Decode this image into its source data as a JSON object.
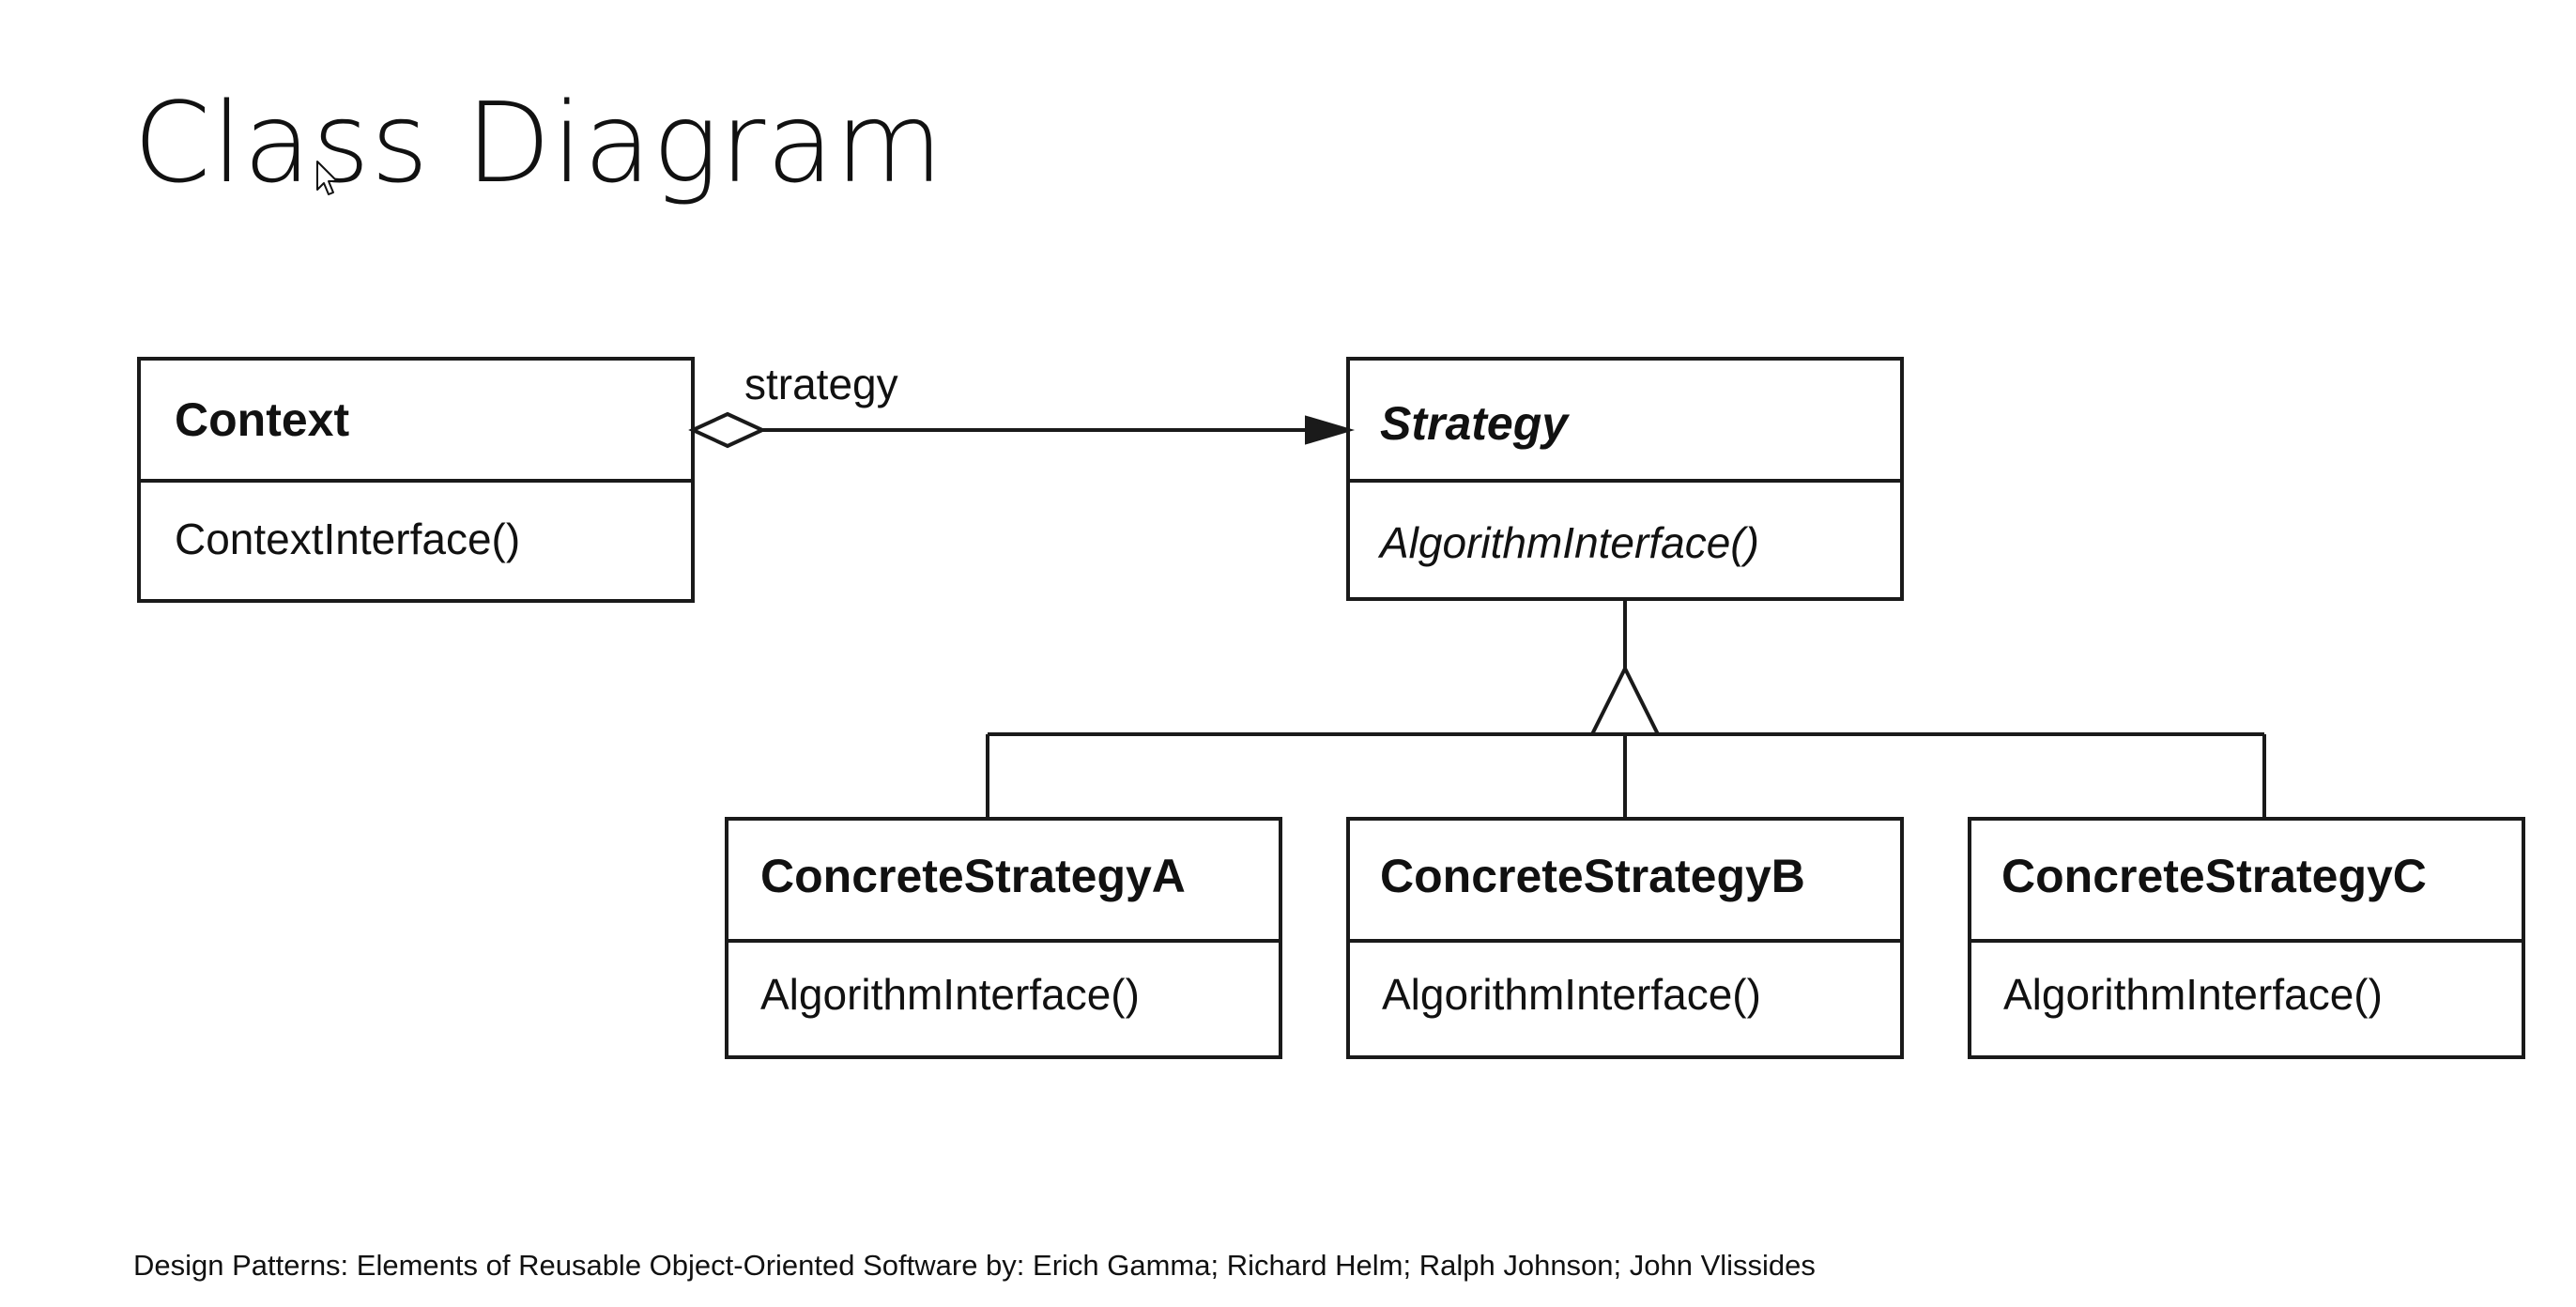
{
  "slide": {
    "title": "Class Diagram",
    "footer": "Design Patterns: Elements of Reusable Object-Oriented Software by: Erich Gamma; Richard Helm; Ralph Johnson; John Vlissides"
  },
  "diagram": {
    "association_label": "strategy",
    "classes": [
      {
        "id": "context",
        "name": "Context",
        "abstract": false,
        "method": "ContextInterface()"
      },
      {
        "id": "strategy",
        "name": "Strategy",
        "abstract": true,
        "method": "AlgorithmInterface()"
      },
      {
        "id": "concrete-a",
        "name": "ConcreteStrategyA",
        "abstract": false,
        "method": "AlgorithmInterface()"
      },
      {
        "id": "concrete-b",
        "name": "ConcreteStrategyB",
        "abstract": false,
        "method": "AlgorithmInterface()"
      },
      {
        "id": "concrete-c",
        "name": "ConcreteStrategyC",
        "abstract": false,
        "method": "AlgorithmInterface()"
      }
    ],
    "relationships": [
      {
        "type": "aggregation",
        "from": "Context",
        "to": "Strategy",
        "label": "strategy"
      },
      {
        "type": "inheritance",
        "from": "ConcreteStrategyA",
        "to": "Strategy"
      },
      {
        "type": "inheritance",
        "from": "ConcreteStrategyB",
        "to": "Strategy"
      },
      {
        "type": "inheritance",
        "from": "ConcreteStrategyC",
        "to": "Strategy"
      }
    ]
  },
  "colors": {
    "background": "#ffffff",
    "line": "#1a1a1a",
    "text": "#111111"
  },
  "icons": {
    "cursor": "mouse-pointer-icon"
  }
}
